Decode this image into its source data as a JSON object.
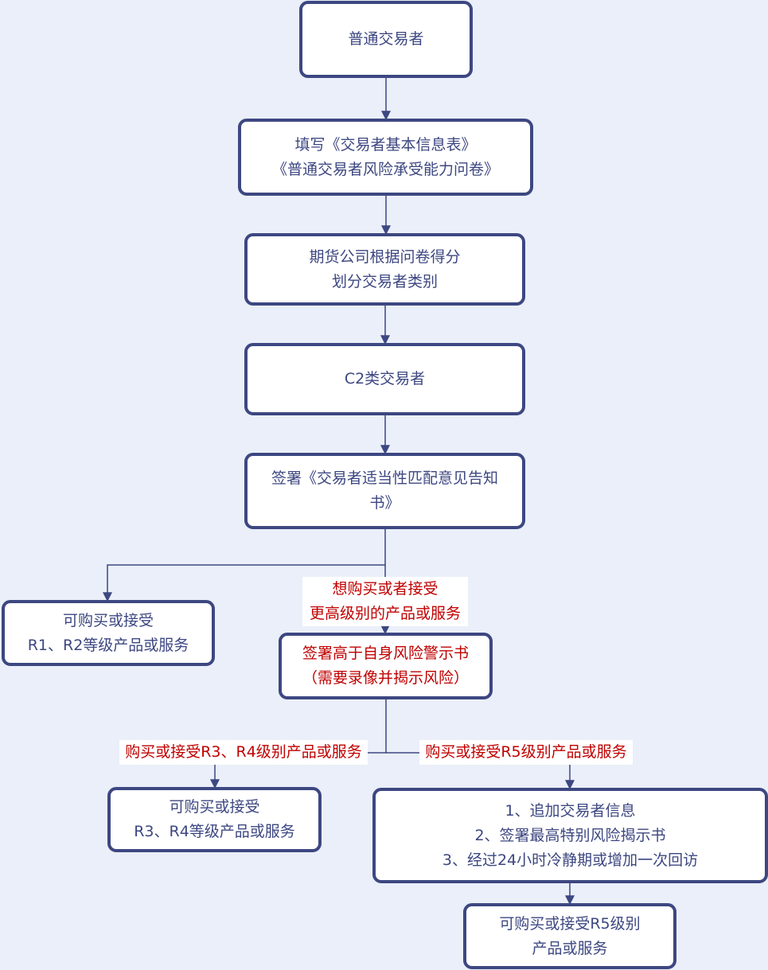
{
  "nodes": {
    "start": {
      "lines": [
        "普通交易者"
      ]
    },
    "fill_forms": {
      "lines": [
        "填写《交易者基本信息表》",
        "《普通交易者风险承受能力问卷》"
      ]
    },
    "classify": {
      "lines": [
        "期货公司根据问卷得分",
        "划分交易者类别"
      ]
    },
    "c2": {
      "lines": [
        "C2类交易者"
      ]
    },
    "sign_notice": {
      "lines": [
        "签署《交易者适当性匹配意见告知",
        "书》"
      ]
    },
    "r1r2": {
      "lines": [
        "可购买或接受",
        "R1、R2等级产品或服务"
      ]
    },
    "sign_warning": {
      "lines": [
        "签署高于自身风险警示书",
        "（需要录像并揭示风险）"
      ]
    },
    "r3r4": {
      "lines": [
        "可购买或接受",
        "R3、R4等级产品或服务"
      ]
    },
    "r5_steps": {
      "lines": [
        "1、追加交易者信息",
        "2、签署最高特别风险揭示书",
        "3、经过24小时冷静期或增加一次回访"
      ]
    },
    "r5_final": {
      "lines": [
        "可购买或接受R5级别",
        "产品或服务"
      ]
    }
  },
  "edge_labels": {
    "higher": {
      "lines": [
        "想购买或者接受",
        "更高级别的产品或服务"
      ]
    },
    "r3r4": {
      "lines": [
        "购买或接受R3、R4级别产品或服务"
      ]
    },
    "r5": {
      "lines": [
        "购买或接受R5级别产品或服务"
      ]
    }
  },
  "colors": {
    "background": "#eaeff9",
    "node_border": "#3d4781",
    "node_text": "#3d4781",
    "warning_text": "#c00000",
    "connector": "#3d4781"
  }
}
